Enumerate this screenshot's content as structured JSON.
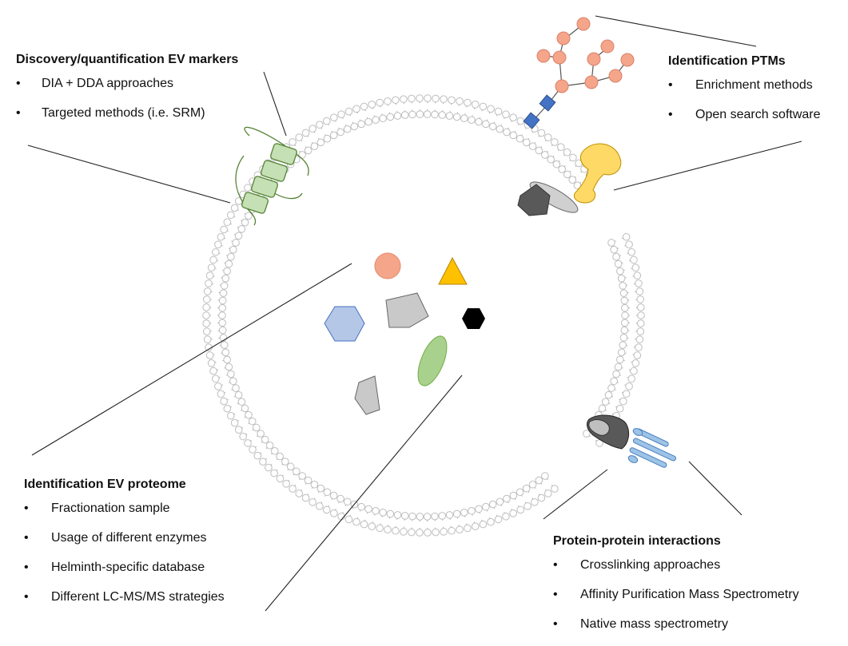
{
  "colors": {
    "membrane": "#bdbdbd",
    "salmon": "#f4a58a",
    "glycan_blue": "#4472c4",
    "yellow": "#ffd966",
    "triangle": "#ffc000",
    "hexagon_blue": "#b4c7e7",
    "green": "#a9d18e",
    "gray_shape": "#c9c9c9",
    "dark_gray": "#595959",
    "antibody_blue": "#9dc3e6"
  },
  "icons": [
    "transmembrane-protein-icon",
    "glycan-tree-icon",
    "receptor-ligand-icon",
    "channel-protein-icon",
    "antibody-icon"
  ],
  "panels": {
    "markers": {
      "title": "Discovery/quantification EV markers",
      "items": [
        "DIA + DDA approaches",
        "Targeted methods (i.e. SRM)"
      ]
    },
    "ptm": {
      "title": "Identification PTMs",
      "items": [
        "Enrichment methods",
        "Open search software"
      ]
    },
    "proteome": {
      "title": "Identification EV proteome",
      "items": [
        "Fractionation sample",
        "Usage of different enzymes",
        "Helminth-specific database",
        "Different LC-MS/MS strategies"
      ]
    },
    "ppi": {
      "title": "Protein-protein interactions",
      "items": [
        "Crosslinking approaches",
        "Affinity Purification Mass Spectrometry",
        "Native mass spectrometry"
      ]
    }
  },
  "bullet": "•"
}
